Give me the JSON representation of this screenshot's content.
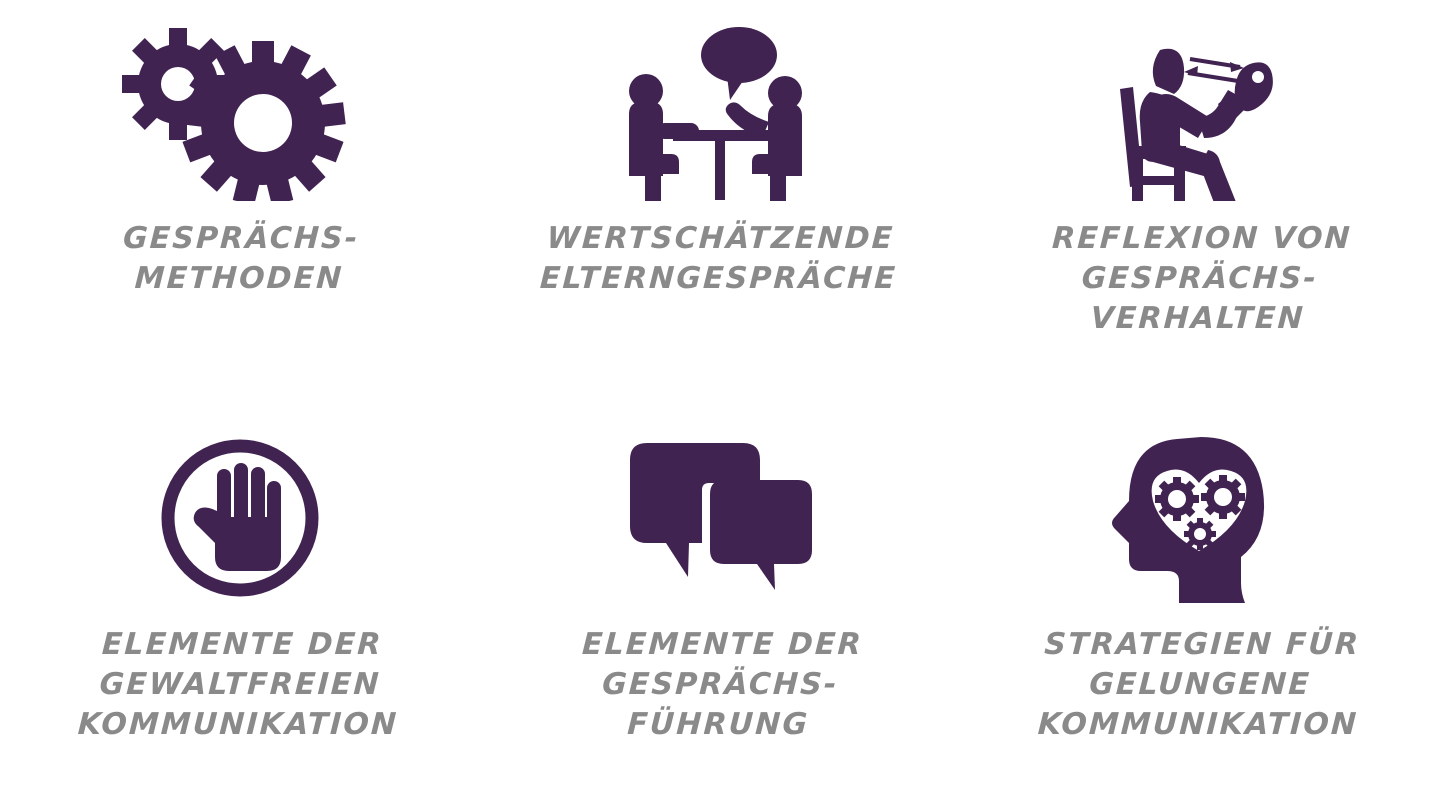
{
  "page": {
    "background_color": "#ffffff",
    "icon_color": "#412352",
    "label_color": "#8a8a8a",
    "columns": 3,
    "rows": 2
  },
  "tiles": [
    {
      "id": "gespraechsmethoden",
      "icon": "two-gears-icon",
      "label": "Gesprächs-\nmethoden"
    },
    {
      "id": "wertschaetzende-elterngespraeche",
      "icon": "two-people-at-table-talking-icon",
      "label": "Wertschätzende\nElterngespräche"
    },
    {
      "id": "reflexion-von-gespraechsverhalten",
      "icon": "person-on-chair-with-mirror-icon",
      "label": "Reflexion von\nGesprächs-\nverhalten"
    },
    {
      "id": "elemente-der-gewaltfreien-kommunikation",
      "icon": "open-hand-in-circle-icon",
      "label": "Elemente der\nGewaltfreien\nKommunikation"
    },
    {
      "id": "elemente-der-gespraechsfuehrung",
      "icon": "two-speech-bubbles-icon",
      "label": "Elemente der\nGesprächs-\nführung"
    },
    {
      "id": "strategien-fuer-gelungene-kommunikation",
      "icon": "head-with-heart-and-gears-icon",
      "label": "Strategien für\ngelungene\nKommunikation"
    }
  ]
}
